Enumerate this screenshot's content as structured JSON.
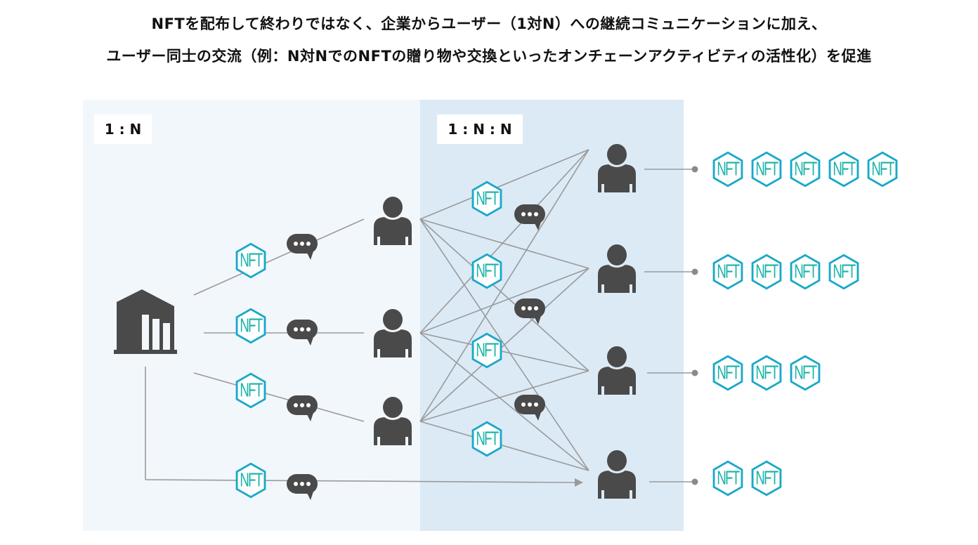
{
  "title": {
    "line1": "NFTを配布して終わりではなく、企業からユーザー（1対N）への継続コミュニケーションに加え、",
    "line2": "ユーザー同士の交流（例：N対NでのNFTの贈り物や交換といったオンチェーンアクティビティの活性化）を促進"
  },
  "panels": {
    "left_label": "1 : N",
    "right_label": "1 : N : N"
  },
  "icons": {
    "company": "building-icon",
    "user": "user-icon",
    "nft": "nft-hexagon-icon",
    "chat": "chat-bubble-icon"
  },
  "nft_badge_text": "NFT",
  "colors": {
    "nft_teal": "#1aa8c8",
    "nft_text": "#17b3a8",
    "icon_dark": "#4a4a4a",
    "line_gray": "#9a9a9a",
    "panel_left": "#f2f7fc",
    "panel_right": "#dceaf6"
  },
  "user_holdings": [
    {
      "user": "user-a",
      "nft_count": 5
    },
    {
      "user": "user-b",
      "nft_count": 4
    },
    {
      "user": "user-c",
      "nft_count": 3
    },
    {
      "user": "user-d",
      "nft_count": 2
    }
  ]
}
